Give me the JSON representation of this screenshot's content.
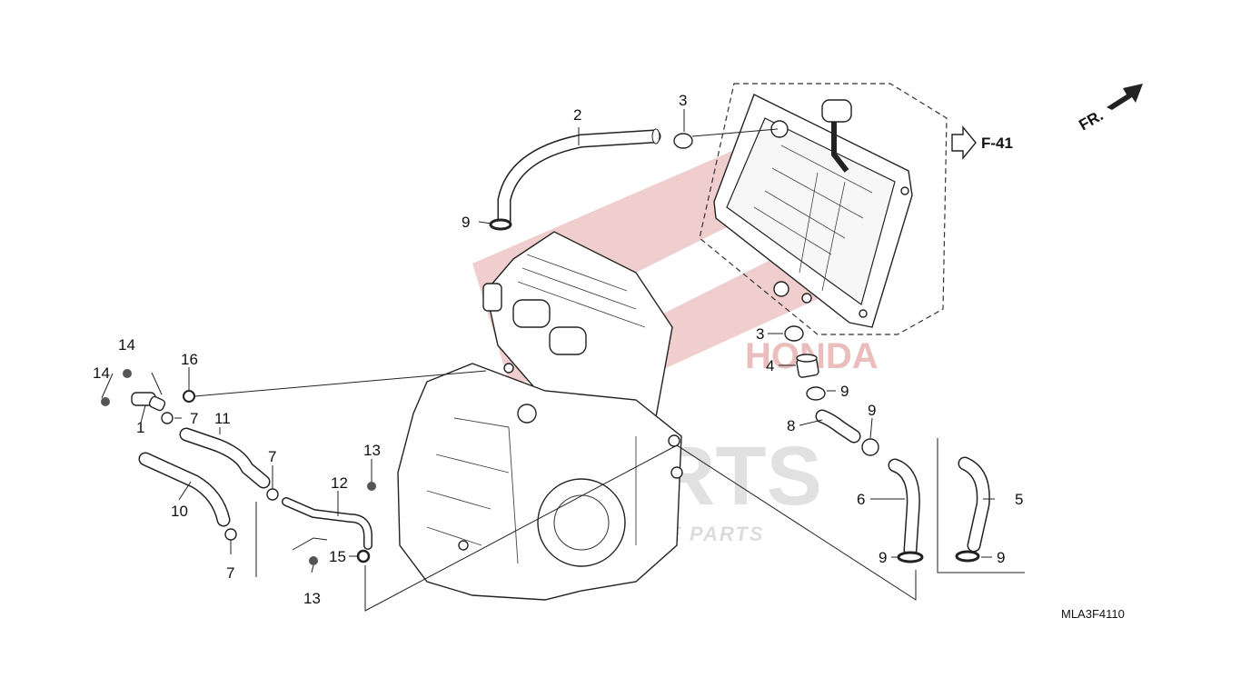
{
  "diagram": {
    "code": "MLA3F4110",
    "ref_label": "F-41",
    "fr_label": "FR.",
    "watermark": {
      "brand": "HONDA",
      "main": "PARTS",
      "sub": "INTERNATIONAL SPARE PARTS"
    },
    "callouts": {
      "c1": "1",
      "c2": "2",
      "c3a": "3",
      "c3b": "3",
      "c4": "4",
      "c5": "5",
      "c6": "6",
      "c7a": "7",
      "c7b": "7",
      "c7c": "7",
      "c8": "8",
      "c9a": "9",
      "c9b": "9",
      "c9c": "9",
      "c9d": "9",
      "c9e": "9",
      "c10": "10",
      "c11": "11",
      "c12": "12",
      "c13a": "13",
      "c13b": "13",
      "c14a": "14",
      "c14b": "14",
      "c15": "15",
      "c16": "16"
    },
    "colors": {
      "line": "#222222",
      "watermark_red": "#e8b3b3",
      "watermark_gray": "#d4d4d4"
    }
  }
}
